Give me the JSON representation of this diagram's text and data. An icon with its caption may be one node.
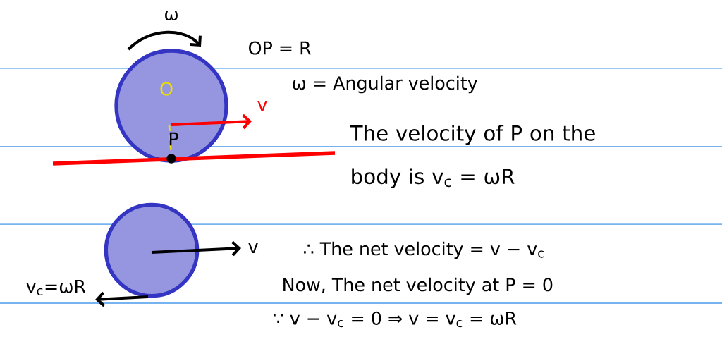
{
  "diagram": {
    "nodes": [
      {
        "text": [
          "O",
          "P"
        ]
      },
      {
        "text": [],
        "shape": "circle"
      }
    ],
    "labels": [
      "ω",
      "OP = R",
      "v",
      "ω = Angular velocity",
      "The velocity of P on the body is v$_{c}$ = ωR",
      "v",
      "∴ The net velocity = v − v$_{c}$",
      "v$_{c}$=ωR",
      "Now, The net velocity at P = 0",
      "∵ v − v$_{c}$ = 0 ⇒ v = v$_{c}$ = ωR"
    ]
  }
}
